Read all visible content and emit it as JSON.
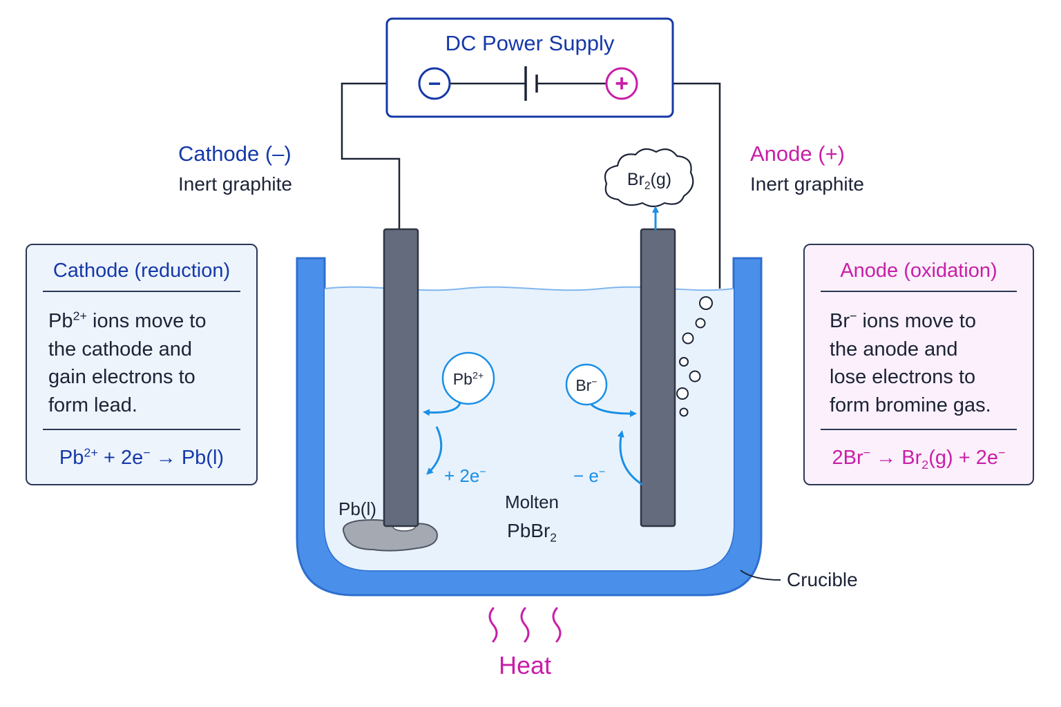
{
  "power_supply": {
    "title": "DC Power Supply",
    "negative_symbol": "−",
    "positive_symbol": "+"
  },
  "cathode_label": {
    "title": "Cathode (–)",
    "subtitle": "Inert graphite"
  },
  "anode_label": {
    "title": "Anode (+)",
    "subtitle": "Inert graphite"
  },
  "gas_label": {
    "main": "Br",
    "sub": "2",
    "tail": "(g)"
  },
  "cathode_box": {
    "title": "Cathode (reduction)",
    "body": [
      {
        "pre": "Pb",
        "sup": "2+",
        "post": " ions move to"
      },
      {
        "pre": "the cathode and",
        "sup": "",
        "post": ""
      },
      {
        "pre": "gain electrons to",
        "sup": "",
        "post": ""
      },
      {
        "pre": "form lead.",
        "sup": "",
        "post": ""
      }
    ],
    "equation": {
      "a": "Pb",
      "a_sup": "2+",
      "b": " + 2e",
      "b_sup": "−",
      "c": " → Pb(l)"
    }
  },
  "anode_box": {
    "title": "Anode (oxidation)",
    "body": [
      {
        "pre": "Br",
        "sup": "−",
        "post": " ions move to"
      },
      {
        "pre": "the anode and",
        "sup": "",
        "post": ""
      },
      {
        "pre": "lose electrons to",
        "sup": "",
        "post": ""
      },
      {
        "pre": "form bromine gas.",
        "sup": "",
        "post": ""
      }
    ],
    "equation": {
      "a": "2Br",
      "a_sup": "−",
      "b": " → Br",
      "b_sub": "2",
      "c": "(g) + 2e",
      "c_sup": "−"
    }
  },
  "ions": {
    "lead_ion": {
      "main": "Pb",
      "sup": "2+"
    },
    "bromide_ion": {
      "main": "Br",
      "sup": "−"
    },
    "gain_electrons": "+ 2e",
    "gain_sup": "−",
    "lose_electrons": "− e",
    "lose_sup": "−"
  },
  "lead_deposit_label": "Pb(l)",
  "electrolyte": {
    "line1": "Molten",
    "line2_main": "PbBr",
    "line2_sub": "2"
  },
  "crucible_label": "Crucible",
  "heat_label": "Heat",
  "colors": {
    "cathode": "#1538a8",
    "anode": "#c81ea8",
    "crucible": "#4a90ea",
    "electrolyte": "#e8f2fc",
    "electrode": "#636b7d",
    "ion_arrow": "#1a8fe6"
  }
}
